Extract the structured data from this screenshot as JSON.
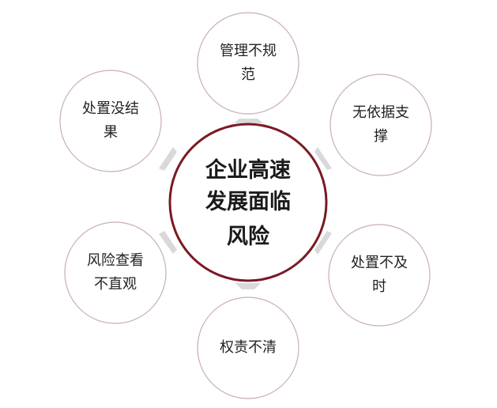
{
  "center": {
    "lines": [
      "企业高速",
      "发展面临",
      "风险"
    ]
  },
  "nodes": [
    {
      "id": "top",
      "lines": [
        "管理不规",
        "范"
      ]
    },
    {
      "id": "upper-right",
      "lines": [
        "无依据支",
        "撑"
      ]
    },
    {
      "id": "lower-right",
      "lines": [
        "处置不及",
        "时"
      ]
    },
    {
      "id": "bottom",
      "lines": [
        "权责不清"
      ]
    },
    {
      "id": "lower-left",
      "lines": [
        "风险查看",
        "不直观"
      ]
    },
    {
      "id": "upper-left",
      "lines": [
        "处置没结",
        "果"
      ]
    }
  ],
  "colors": {
    "center_border": "#7a1a22",
    "node_border": "#c9aeb0",
    "arrow_fill": "#d9d9d9"
  }
}
